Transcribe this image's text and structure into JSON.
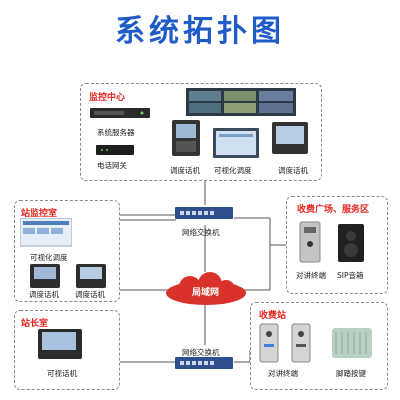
{
  "title": "系统拓扑图",
  "sections": {
    "monitor_center": "监控中心",
    "station_monitor_room": "站监控室",
    "station_master_room": "站长室",
    "toll_service": "收费广场、服务区",
    "toll_station": "收费站"
  },
  "labels": {
    "system_server": "系统服务器",
    "phone_gateway": "电话网关",
    "dispatch_phone_1": "调度话机",
    "visual_dispatch_1": "可视化调度",
    "dispatch_phone_2": "调度话机",
    "network_switch_top": "网络交换机",
    "network_switch_bottom": "网络交换机",
    "lan": "局域网",
    "visual_dispatch_2": "可视化调度",
    "dispatch_phone_3": "调度话机",
    "dispatch_phone_4": "调度话机",
    "video_phone": "可视话机",
    "intercom_terminal_1": "对讲终端",
    "sip_speaker": "SIP音箱",
    "intercom_terminal_2": "对讲终端",
    "foot_button": "脚踏按键"
  },
  "colors": {
    "title": "#1f5cc8",
    "section_title": "#e8261f",
    "cloud": "#d9322b",
    "switch": "#2f4f8f",
    "line": "#555555"
  }
}
